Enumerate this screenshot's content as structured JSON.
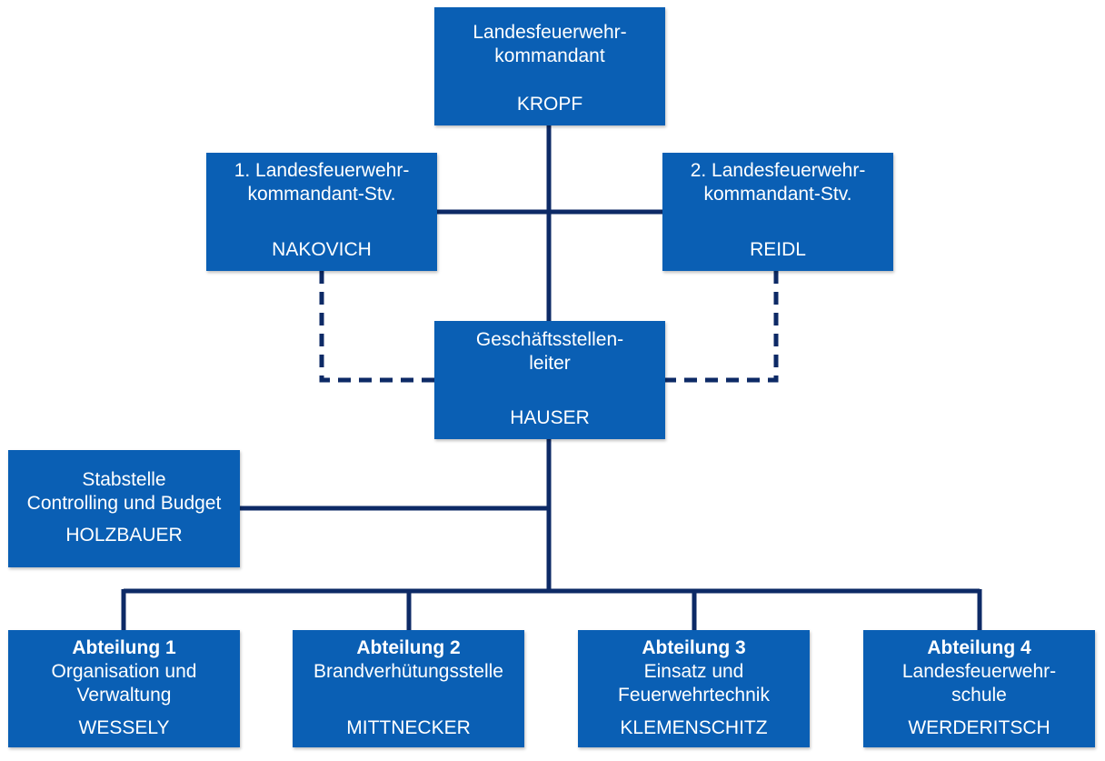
{
  "colors": {
    "box": "#0a5fb4",
    "connector": "#0d2a66",
    "text": "#ffffff"
  },
  "nodes": {
    "kropf": {
      "title_1": "Landesfeuerwehr-",
      "title_2": "kommandant",
      "name": "KROPF"
    },
    "nakovich": {
      "title_1": "1. Landesfeuerwehr-",
      "title_2": "kommandant-Stv.",
      "name": "NAKOVICH"
    },
    "reidl": {
      "title_1": "2. Landesfeuerwehr-",
      "title_2": "kommandant-Stv.",
      "name": "REIDL"
    },
    "hauser": {
      "title_1": "Geschäftsstellen-",
      "title_2": "leiter",
      "name": "HAUSER"
    },
    "holzbauer": {
      "title_1": "Stabstelle",
      "title_2": "Controlling und Budget",
      "name": "HOLZBAUER"
    },
    "abt1": {
      "heading": "Abteilung 1",
      "title_1": "Organisation und",
      "title_2": "Verwaltung",
      "name": "WESSELY"
    },
    "abt2": {
      "heading": "Abteilung 2",
      "title_1": "Brandverhütungsstelle",
      "name": "MITTNECKER"
    },
    "abt3": {
      "heading": "Abteilung 3",
      "title_1": "Einsatz und",
      "title_2": "Feuerwehrtechnik",
      "name": "KLEMENSCHITZ"
    },
    "abt4": {
      "heading": "Abteilung 4",
      "title_1": "Landesfeuerwehr-",
      "title_2": "schule",
      "name": "WERDERITSCH"
    }
  }
}
